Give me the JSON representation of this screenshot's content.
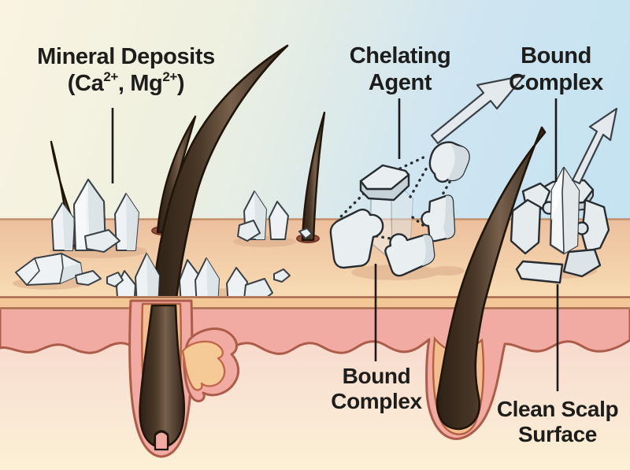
{
  "labels": {
    "mineral_deposits": {
      "line1": "Mineral Deposits",
      "formula_open": "(Ca",
      "sup1": "2+",
      "formula_mid": ", Mg",
      "sup2": "2+",
      "formula_close": ")"
    },
    "chelating_agent": {
      "line1": "Chelating",
      "line2": "Agent"
    },
    "bound_complex_top": {
      "line1": "Bound",
      "line2": "Complex"
    },
    "bound_complex_bottom": {
      "line1": "Bound",
      "line2": "Complex"
    },
    "clean_scalp_surface": {
      "line1": "Clean Scalp",
      "line2": "Surface"
    }
  },
  "icons": {
    "release_arrow": "↗",
    "bond_line_style": "dotted"
  },
  "colors": {
    "background_left": "#faf3e1",
    "background_right": "#c9e4f1",
    "scalp_surface_top": "#ecbf9d",
    "scalp_surface_bottom": "#f8dcb4",
    "corneum_band": "#f3c795",
    "epidermis_pink": "#f1aba2",
    "dermis_top": "#f6d2c8",
    "dermis_bottom": "#fcf0d5",
    "skin_outline": "#a86b4f",
    "hair_dark": "#2c2015",
    "hair_light": "#77604c",
    "follicle_opening": "#9c4f3b",
    "inner_canal": "#f3bd90",
    "crystal_fill": "#eef2f4",
    "crystal_shade": "#dce4e8",
    "crystal_outline": "#3a4146",
    "agent_fill": "#e9eef1",
    "agent_side": "#c7d2d8",
    "agent_outline": "#272c31",
    "arrow_fill": "#e3e9ec",
    "shadow": "#dcae8c",
    "text": "#1d1d1b"
  }
}
